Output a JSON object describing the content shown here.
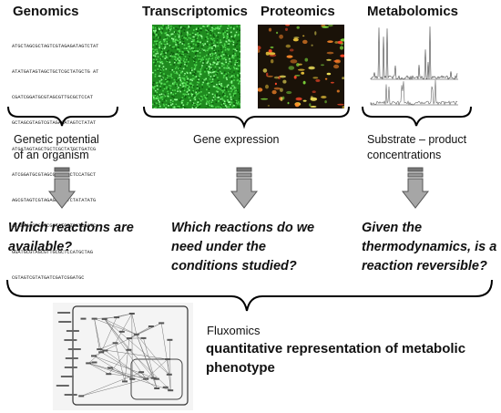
{
  "headings": {
    "genomics": "Genomics",
    "transcriptomics": "Transcriptomics",
    "proteomics": "Proteomics",
    "metabolomics": "Metabolomics"
  },
  "dna_sequence_lines": [
    "ATGCTAGCGCTAGTCGTAGAGATAGTCTAT",
    "ATATGATAGTAGCTGCTCGCTATGCTG AT",
    "CGATCGGATGCGTAGCGTTGCGCTCCAT",
    "GCTAGCGTAGTCGTAGAGATAGTCTATAT",
    "ATGATAGTAGCTGCTCGCTATGCTGATCG",
    "ATCGGATGCGTAGCGTTGCGCTCCATGCT",
    "AGCGTAGTCGTAGAGATAGTCTATATATG",
    "ATAGTAGCTGCTCGCTATGCTGATCGATC",
    "GGATGCGTAGCGTTGCGCTCCATGCTAG",
    "CGTAGTCGTATGATCGATCGGATGC"
  ],
  "levels": {
    "genomics": [
      "Genetic potential",
      "of an organism"
    ],
    "transcriptomics_proteomics": [
      "Gene expression"
    ],
    "metabolomics": [
      "Substrate – product",
      "concentrations"
    ]
  },
  "questions": {
    "genomics": [
      "Which reactions are",
      "available?"
    ],
    "transcriptomics_proteomics": [
      "Which reactions do we",
      "need under the",
      "conditions studied?"
    ],
    "metabolomics": [
      "Given the",
      "thermodynamics, is a",
      "reaction reversible?"
    ]
  },
  "fluxomics": {
    "title": "Fluxomics",
    "description": [
      "quantitative representation of metabolic",
      "phenotype"
    ]
  },
  "colors": {
    "arrow_fill": "#a6a6a6",
    "arrow_stroke": "#555555",
    "microarray_green": "#1f8a1f",
    "gel_background": "#1a1208"
  }
}
